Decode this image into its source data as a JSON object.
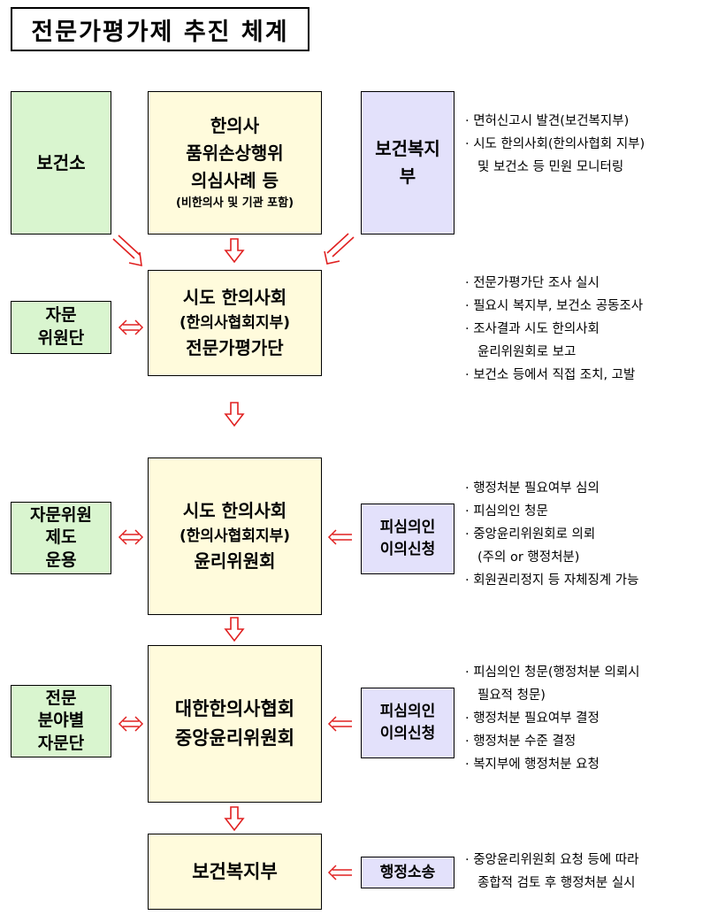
{
  "title": "전문가평가제 추진 체계",
  "boxes": {
    "health_center": "보건소",
    "report_l1": "한의사",
    "report_l2": "품위손상행위",
    "report_l3": "의심사례 등",
    "report_l4": "(비한의사 및 기관 포함)",
    "ministry_top_l1": "보건복지",
    "ministry_top_l2": "부",
    "advisory1_l1": "자문",
    "advisory1_l2": "위원단",
    "eval_l1": "시도 한의사회",
    "eval_l2": "(한의사협회지부)",
    "eval_l3": "전문가평가단",
    "advisory2_l1": "자문위원",
    "advisory2_l2": "제도",
    "advisory2_l3": "운용",
    "ethics_l1": "시도 한의사회",
    "ethics_l2": "(한의사협회지부)",
    "ethics_l3": "윤리위원회",
    "appeal1_l1": "피심의인",
    "appeal1_l2": "이의신청",
    "advisory3_l1": "전문",
    "advisory3_l2": "분야별",
    "advisory3_l3": "자문단",
    "central_l1": "대한한의사협회",
    "central_l2": "중앙윤리위원회",
    "appeal2_l1": "피심의인",
    "appeal2_l2": "이의신청",
    "ministry_bottom": "보건복지부",
    "lawsuit": "행정소송"
  },
  "notes": {
    "n1": [
      "· 면허신고시 발견(보건복지부)",
      "· 시도 한의사회(한의사협회 지부)",
      "및 보건소 등 민원 모니터링"
    ],
    "n2": [
      "· 전문가평가단 조사 실시",
      "· 필요시 복지부, 보건소 공동조사",
      "· 조사결과 시도 한의사회",
      "윤리위원회로 보고",
      "· 보건소 등에서 직접 조치, 고발"
    ],
    "n3": [
      "· 행정처분 필요여부 심의",
      "· 피심의인 청문",
      "· 중앙윤리위원회로 의뢰",
      "(주의 or 행정처분)",
      "· 회원권리정지 등 자체징계 가능"
    ],
    "n4": [
      "· 피심의인 청문(행정처분 의뢰시",
      "필요적 청문)",
      "· 행정처분 필요여부 결정",
      "· 행정처분 수준 결정",
      "· 복지부에 행정처분 요청"
    ],
    "n5": [
      "· 중앙윤리위원회 요청 등에 따라",
      "종합적 검토 후 행정처분 실시"
    ]
  },
  "colors": {
    "green": "#d9f5cf",
    "yellow": "#fffbdc",
    "lavender": "#e3e1fb",
    "arrow": "#e02020"
  }
}
